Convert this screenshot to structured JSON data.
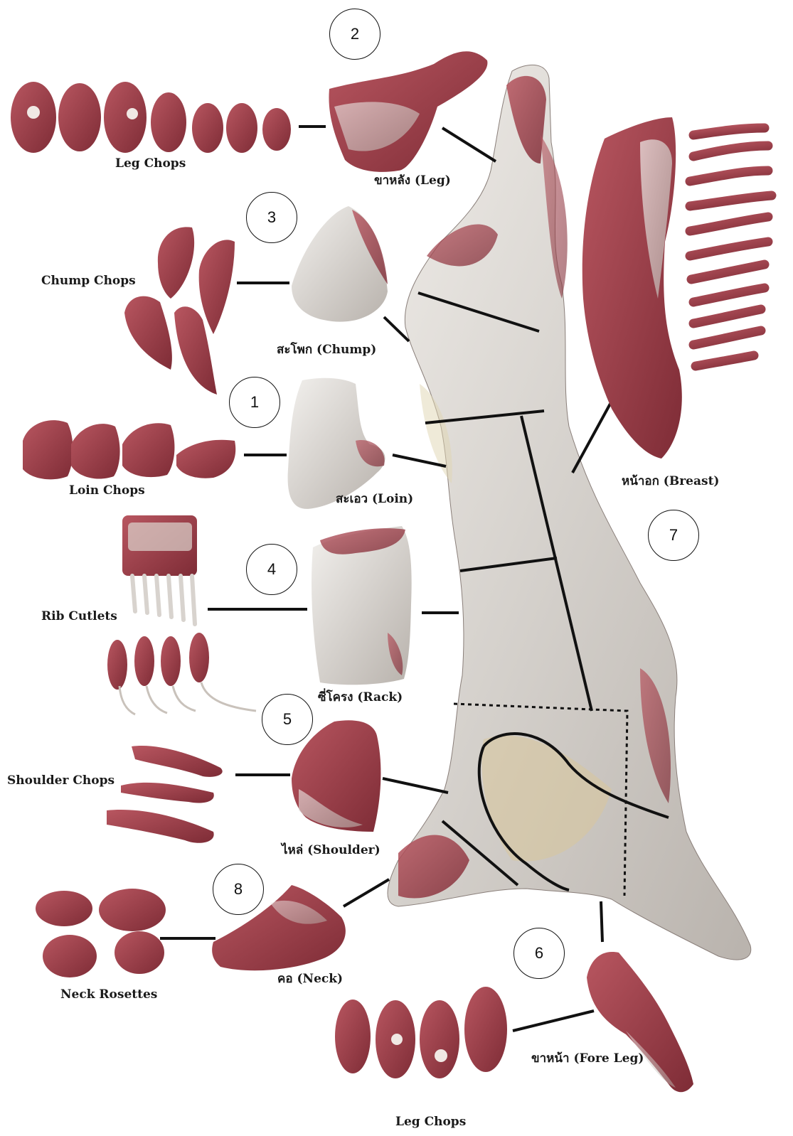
{
  "labels": {
    "leg_chops_top": "Leg Chops",
    "leg": "ขาหลัง (Leg)",
    "chump_chops": "Chump Chops",
    "chump": "สะโพก (Chump)",
    "loin_chops": "Loin Chops",
    "loin": "สะเอว (Loin)",
    "breast": "หน้าอก (Breast)",
    "rib_cutlets": "Rib Cutlets",
    "rack": "ซี่โครง (Rack)",
    "shoulder_chops": "Shoulder Chops",
    "shoulder": "ไหล่ (Shoulder)",
    "neck_rosettes": "Neck Rosettes",
    "neck": "คอ (Neck)",
    "fore_leg": "ขาหน้า (Fore Leg)",
    "leg_chops_bottom": "Leg Chops"
  },
  "numbers": {
    "n1": "1",
    "n2": "2",
    "n3": "3",
    "n4": "4",
    "n5": "5",
    "n6": "6",
    "n7": "7",
    "n8": "8"
  },
  "colors": {
    "meat": "#a8444f",
    "meat_dark": "#7a2a33",
    "fat": "#e9e6e1",
    "fat_shade": "#c9c5bf",
    "line": "#111111"
  }
}
